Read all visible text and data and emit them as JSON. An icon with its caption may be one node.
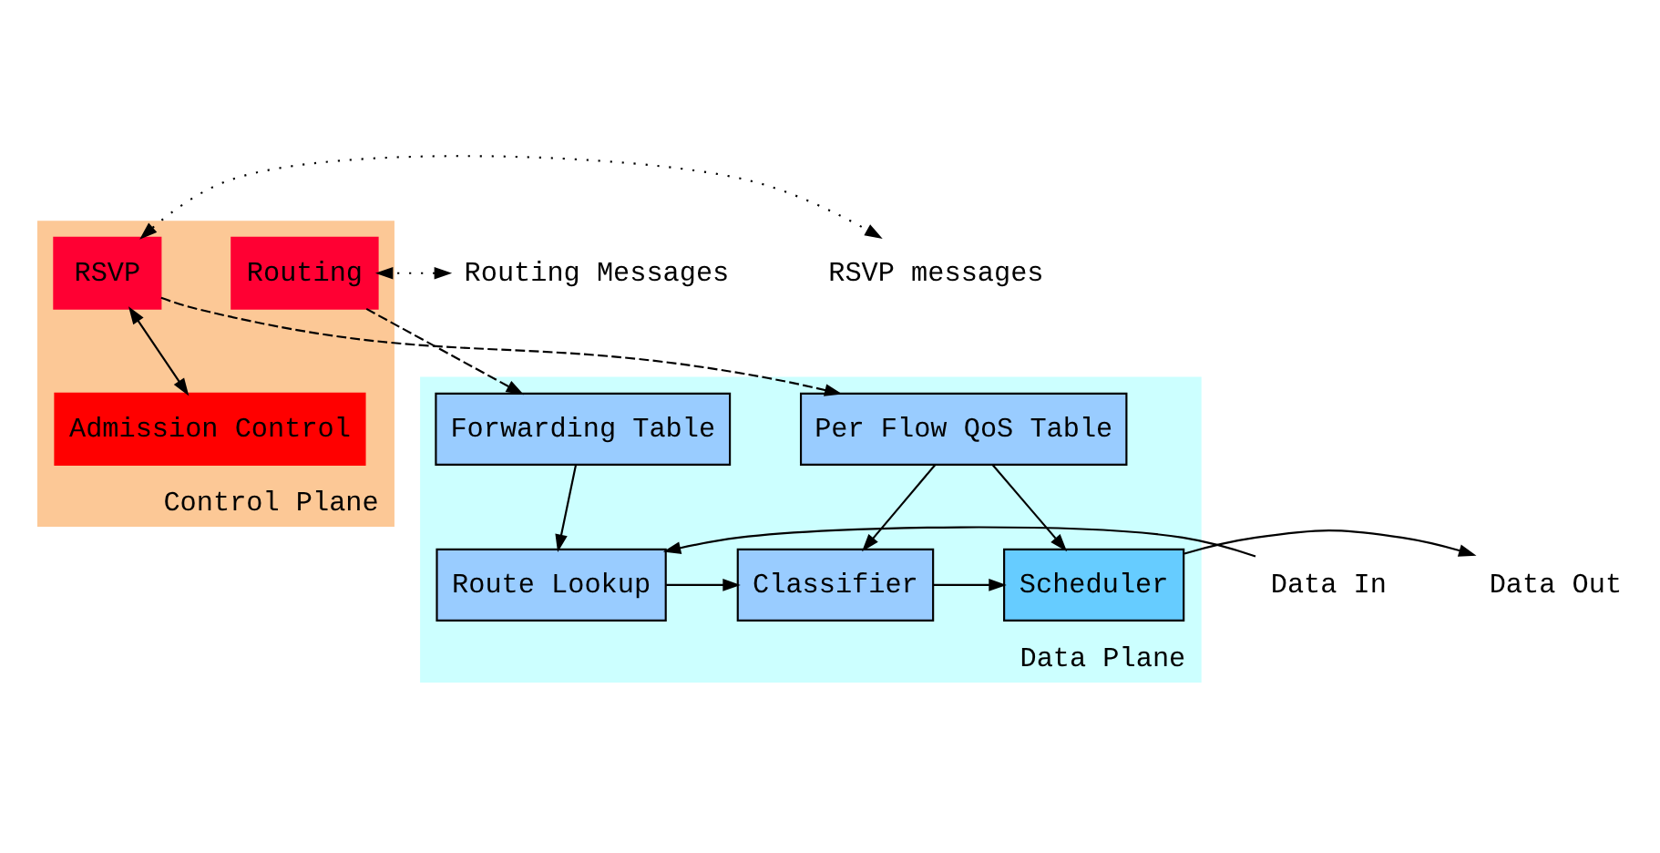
{
  "diagram": {
    "nodes": [
      {
        "text": [
          "Control Plane"
        ]
      },
      {
        "text": [
          "Routing"
        ],
        "in": 0
      },
      {
        "text": [
          "RSVP"
        ],
        "in": 0
      },
      {
        "text": [
          "Admission Control"
        ],
        "in": 0
      },
      {
        "text": [
          "Data Plane"
        ]
      },
      {
        "text": [
          "Forwarding Table"
        ],
        "in": 4
      },
      {
        "text": [
          "Per Flow QoS Table"
        ],
        "in": 4
      },
      {
        "text": [
          "Route Lookup"
        ],
        "in": 4
      },
      {
        "text": [
          "Classifier"
        ],
        "in": 4
      },
      {
        "text": [
          "Scheduler"
        ],
        "in": 4
      },
      {
        "text": [
          "Routing Messages"
        ]
      },
      {
        "text": [
          "RSVP messages"
        ]
      },
      {
        "text": [
          "Data In"
        ]
      },
      {
        "text": [
          "Data Out"
        ]
      }
    ],
    "edges": [
      {
        "from": 10,
        "to": 1,
        "arrow": "both",
        "style": "dashed"
      },
      {
        "from": 2,
        "to": 11,
        "arrow": "both",
        "style": "dashed"
      },
      {
        "from": 2,
        "to": 3,
        "arrow": "both"
      },
      {
        "from": 1,
        "to": 5,
        "arrow": "to",
        "style": "dashed"
      },
      {
        "from": 2,
        "to": 6,
        "arrow": "to",
        "style": "dashed"
      },
      {
        "from": 5,
        "to": 7,
        "arrow": "to"
      },
      {
        "from": 6,
        "to": 8,
        "arrow": "to"
      },
      {
        "from": 6,
        "to": 9,
        "arrow": "to"
      },
      {
        "from": 12,
        "to": 7,
        "arrow": "to"
      },
      {
        "from": 7,
        "to": 8,
        "arrow": "to"
      },
      {
        "from": 8,
        "to": 9,
        "arrow": "to"
      },
      {
        "from": 9,
        "to": 13,
        "arrow": "to"
      }
    ]
  }
}
